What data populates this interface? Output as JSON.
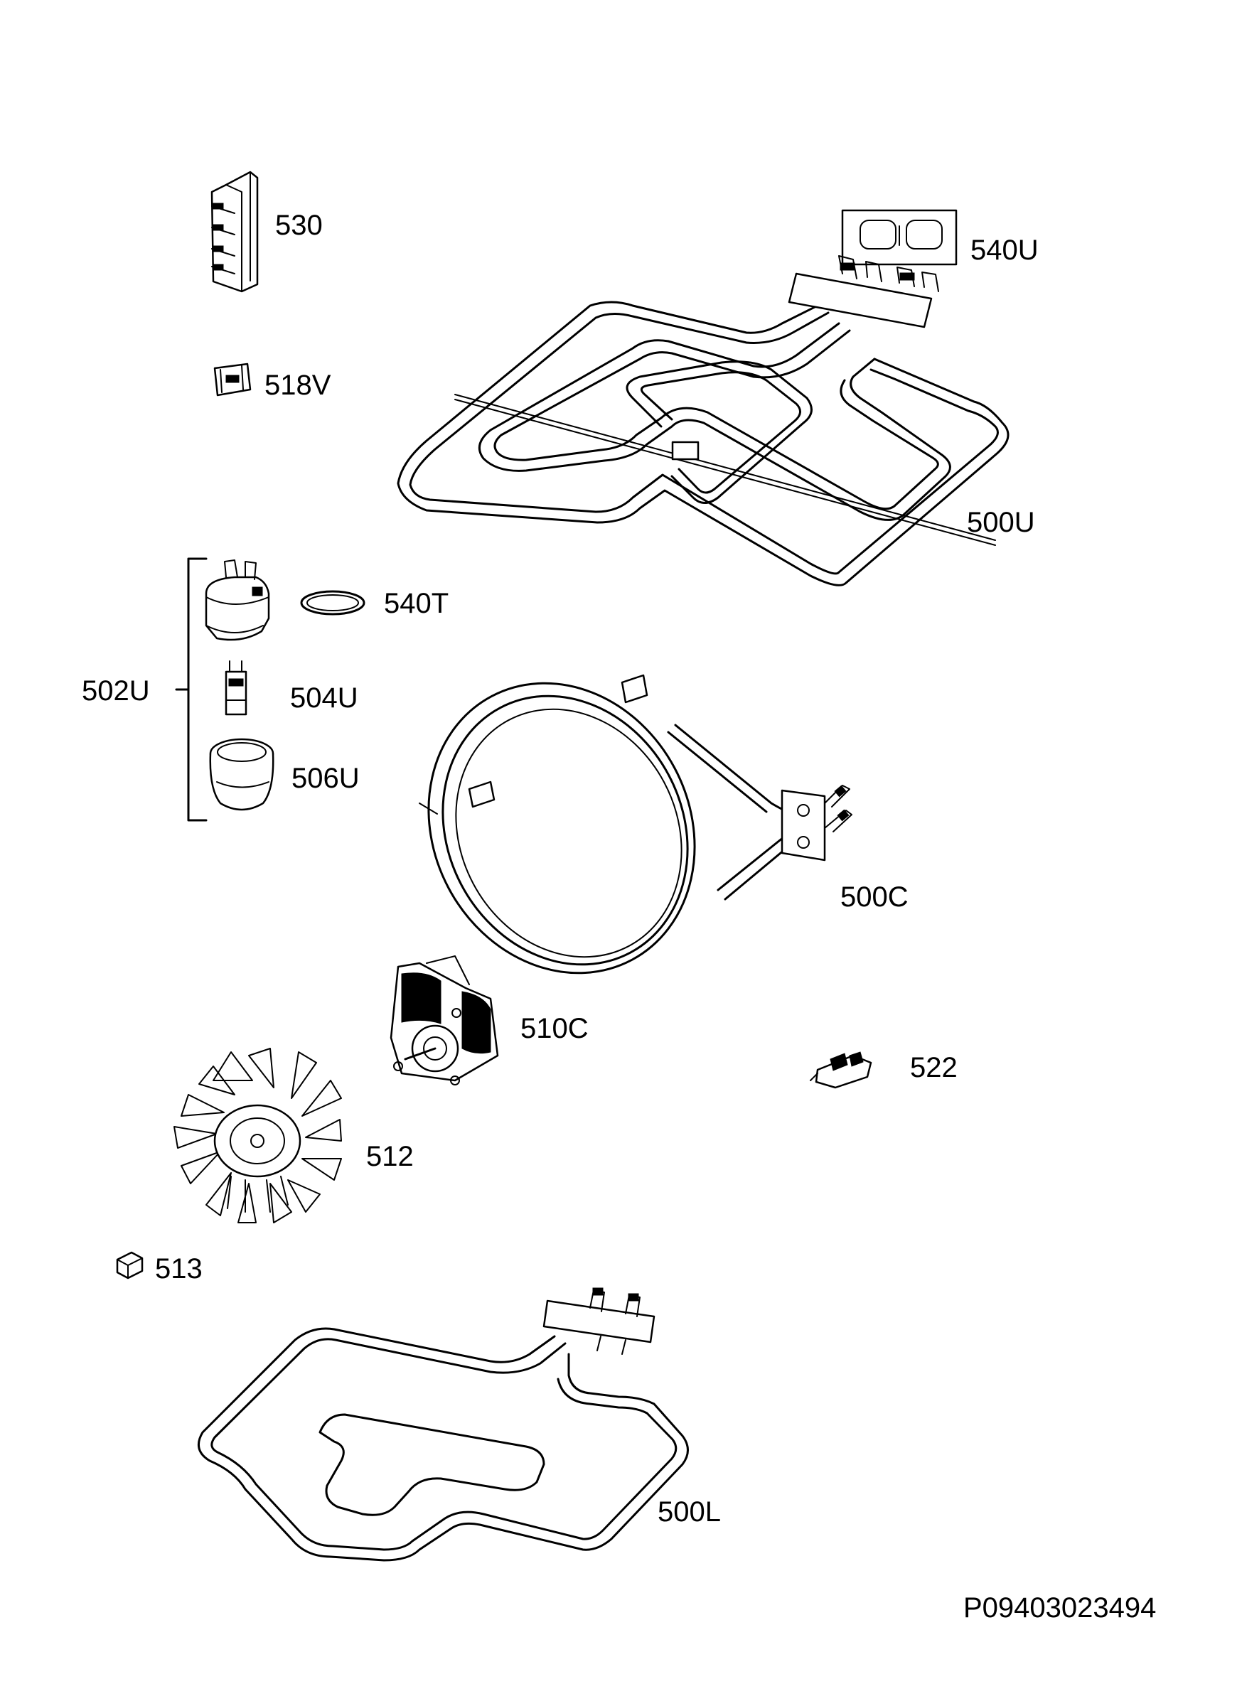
{
  "diagram": {
    "document_id": "P09403023494",
    "parts": {
      "p530": "530",
      "p540U": "540U",
      "p518V": "518V",
      "p500U": "500U",
      "p540T": "540T",
      "p502U": "502U",
      "p504U": "504U",
      "p506U": "506U",
      "p500C": "500C",
      "p510C": "510C",
      "p522": "522",
      "p512": "512",
      "p513": "513",
      "p500L": "500L"
    }
  },
  "colors": {
    "ink": "#000000",
    "background": "#ffffff"
  }
}
